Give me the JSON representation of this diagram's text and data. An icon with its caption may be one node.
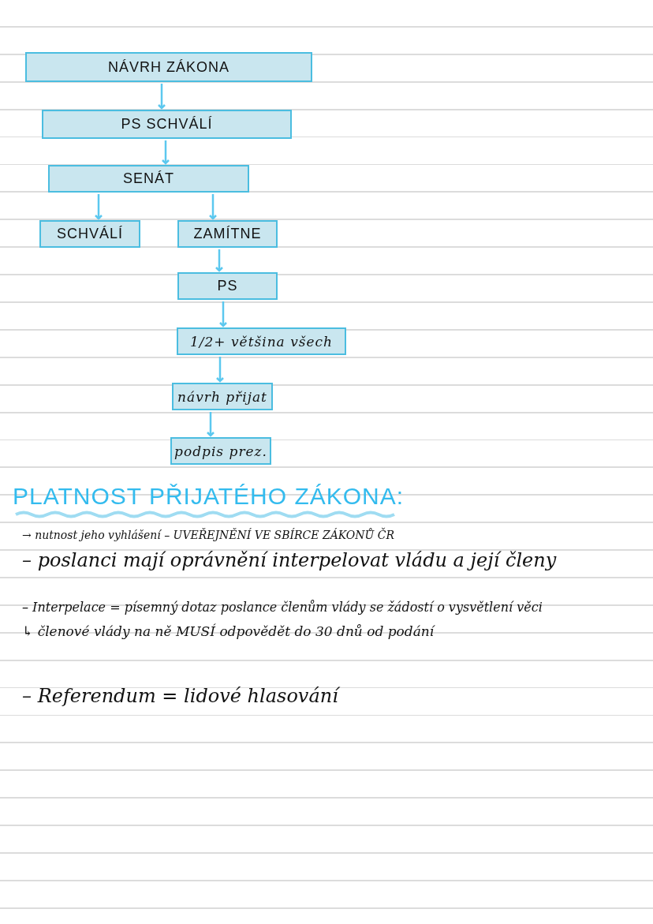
{
  "diagram": {
    "nodes": [
      {
        "text": [
          "NÁVRH ZÁKONA"
        ]
      },
      {
        "text": [
          "PS SCHVÁLÍ"
        ]
      },
      {
        "text": [
          "SENÁT"
        ]
      },
      {
        "text": [
          "SCHVÁLÍ"
        ]
      },
      {
        "text": [
          "ZAMÍTNE"
        ]
      },
      {
        "text": [
          "PS"
        ]
      },
      {
        "text": [
          "1/2+ většina všech"
        ]
      },
      {
        "text": [
          "návrh přijat"
        ]
      },
      {
        "text": [
          "podpis prez."
        ]
      }
    ],
    "edges": [
      {
        "from": 0,
        "to": 1,
        "arrow": "to"
      },
      {
        "from": 1,
        "to": 2,
        "arrow": "to"
      },
      {
        "from": 2,
        "to": 3,
        "arrow": "to"
      },
      {
        "from": 2,
        "to": 4,
        "arrow": "to"
      },
      {
        "from": 4,
        "to": 5,
        "arrow": "to"
      },
      {
        "from": 5,
        "to": 6,
        "arrow": "to"
      },
      {
        "from": 6,
        "to": 7,
        "arrow": "to"
      },
      {
        "from": 7,
        "to": 8,
        "arrow": "to"
      }
    ],
    "labels": [
      "PLATNOST PŘIJATÉHO ZÁKONA:",
      "→ nutnost jeho vyhlášení – UVEŘEJNĚNÍ VE SBÍRCE ZÁKONŮ ČR",
      "– poslanci mají oprávnění interpelovat vládu a její členy",
      "– Interpelace = písemný dotaz poslance členům vlády se žádostí o vysvětlení věci",
      "↳ členové vlády na ně MUSÍ odpovědět do 30 dnů od podání",
      "– Referendum = lidové hlasování"
    ]
  }
}
